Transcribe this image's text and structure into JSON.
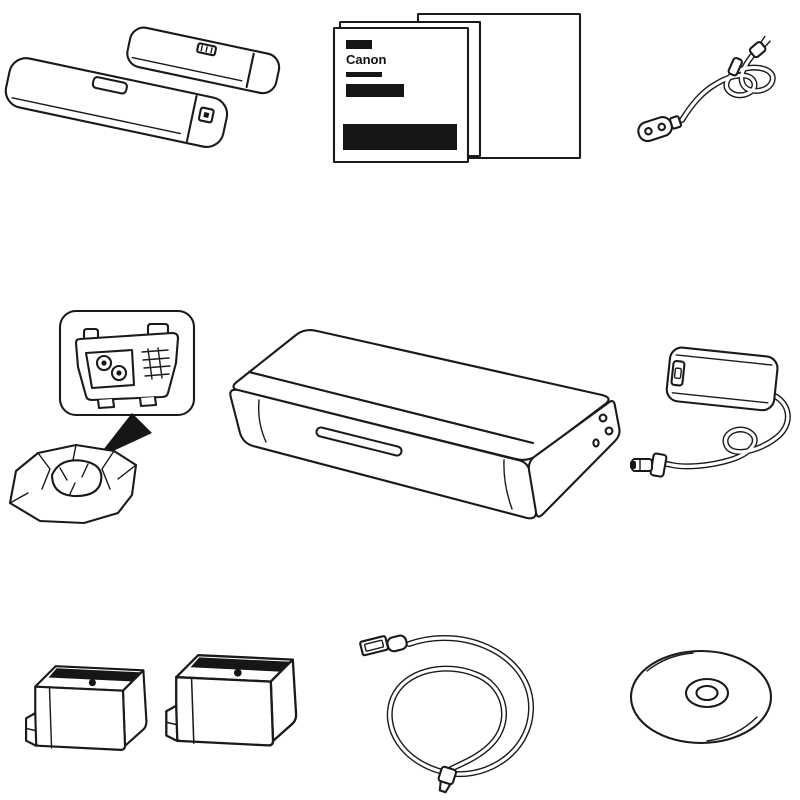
{
  "page": {
    "background": "#ffffff",
    "line_color": "#1a1a1a"
  },
  "manual": {
    "brand": "Canon"
  },
  "items": [
    {
      "name": "battery-pack-and-cover"
    },
    {
      "name": "manuals-and-documents"
    },
    {
      "name": "power-cord"
    },
    {
      "name": "print-head-in-protective-bag"
    },
    {
      "name": "portable-printer"
    },
    {
      "name": "ac-adapter"
    },
    {
      "name": "ink-cartridges",
      "count": 2
    },
    {
      "name": "usb-cable"
    },
    {
      "name": "setup-cd-rom"
    }
  ]
}
